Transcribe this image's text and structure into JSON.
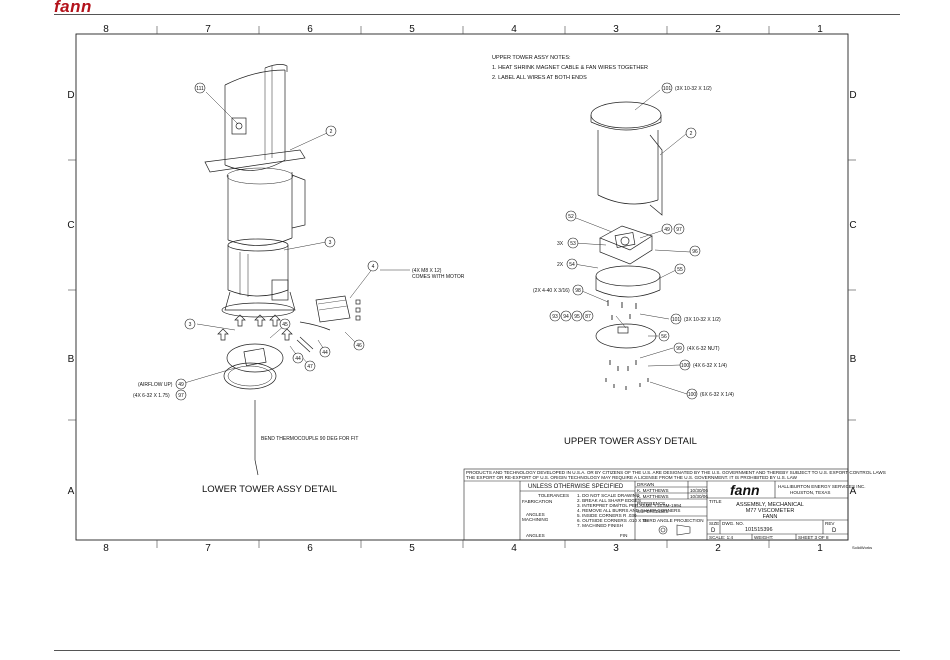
{
  "brand": "fann",
  "zones": {
    "cols": [
      "8",
      "7",
      "6",
      "5",
      "4",
      "3",
      "2",
      "1"
    ],
    "rows": [
      "D",
      "C",
      "B",
      "A"
    ]
  },
  "notes": {
    "title": "UPPER TOWER ASSY NOTES:",
    "items": [
      "1. HEAT SHRINK MAGNET CABLE & FAN WIRES TOGETHER",
      "2. LABEL ALL WIRES AT BOTH ENDS"
    ]
  },
  "lower_tower": {
    "title": "LOWER TOWER ASSY DETAIL",
    "balloons": [
      "111",
      "2",
      "3",
      "4",
      "3",
      "45",
      "44",
      "44",
      "46",
      "47",
      "49",
      "97"
    ],
    "callouts": {
      "motor": "(4X M8 X 12)",
      "motor2": "COMES WITH MOTOR",
      "airflow": "(AIRFLOW UP)",
      "screws": "(4X 6-32 X 1.75)",
      "thermo": "BEND THERMOCOUPLE 90 DEG FOR FIT"
    }
  },
  "upper_tower": {
    "title": "UPPER TOWER ASSY DETAIL",
    "balloons": [
      "101",
      "2",
      "52",
      "49",
      "97",
      "53",
      "96",
      "54",
      "55",
      "98",
      "93",
      "94",
      "95",
      "87",
      "101",
      "56",
      "99",
      "100",
      "100"
    ],
    "callouts": {
      "c101": "(3X 10-32 X 1/2)",
      "c53": "3X",
      "c54": "2X",
      "c98": "(2X 4-40 X 3/16)",
      "c101b": "(3X 10-32 X 1/2)",
      "c99": "(4X 6-32 NUT)",
      "c100a": "(4X 6-32 X 1/4)",
      "c100b": "(6X 6-32 X 1/4)"
    }
  },
  "title_block": {
    "export_line1": "PRODUCTS AND TECHNOLOGY DEVELOPED IN U.S.A. OR BY CITIZENS OF THE U.S. ARE DESIGNATED BY THE U.S. GOVERNMENT AND THEREBY SUBJECT TO U.S. EXPORT CONTROL LAWS",
    "export_line2": "THE EXPORT OR RE-EXPORT OF U.S. ORIGIN TECHNOLOGY MAY REQUIRE A LICENSE FROM THE U.S. GOVERNMENT. IT IS PROHIBITED BY U.S. LAW",
    "unless": "UNLESS OTHERWISE SPECIFIED",
    "tolerances": "TOLERANCES",
    "fabrication": "FABRICATION",
    "machining": "MACHINING",
    "angles": "ANGLES",
    "drawn_label": "DRAWN",
    "drawn_by": "K. MATTHEWS",
    "drawn_date": "10/30/06",
    "checked_by": "K. MATTHEWS",
    "checked_date": "10/30/06",
    "projection": "THIRD ANGLE PROJECTION",
    "company": "fann",
    "company_sub": "HALLIBURTON ENERGY SERVICES INC.",
    "company_city": "HOUSTON, TEXAS",
    "title_label": "TITLE",
    "title_1": "ASSEMBLY, MECHANICAL",
    "title_2": "M77 VISCOMETER",
    "title_3": "FANN",
    "size_label": "SIZE",
    "size": "D",
    "dwg_label": "DWG. NO.",
    "dwg_no": "101515396",
    "rev_label": "REV",
    "rev": "D",
    "scale": "SCALE: 1:4",
    "weight": "WEIGHT:",
    "sheet": "SHEET 3 OF 8",
    "notes": [
      "1. DO NOT SCALE DRAWING",
      "2. BREAK ALL SHARP EDGES",
      "3. INTERPRET DIM/TOL PER ASME Y14.5M-1994",
      "4. REMOVE ALL BURRS AND SHARP CORNERS",
      "5. INSIDE CORNERS R .030",
      "6. OUTSIDE CORNERS .010 X 45",
      "7. MACHINED FINISH"
    ],
    "reference": "REFERENCE",
    "supersedes": "SUPERSEDES",
    "fin": "FIN",
    "software": "SolidWorks"
  }
}
